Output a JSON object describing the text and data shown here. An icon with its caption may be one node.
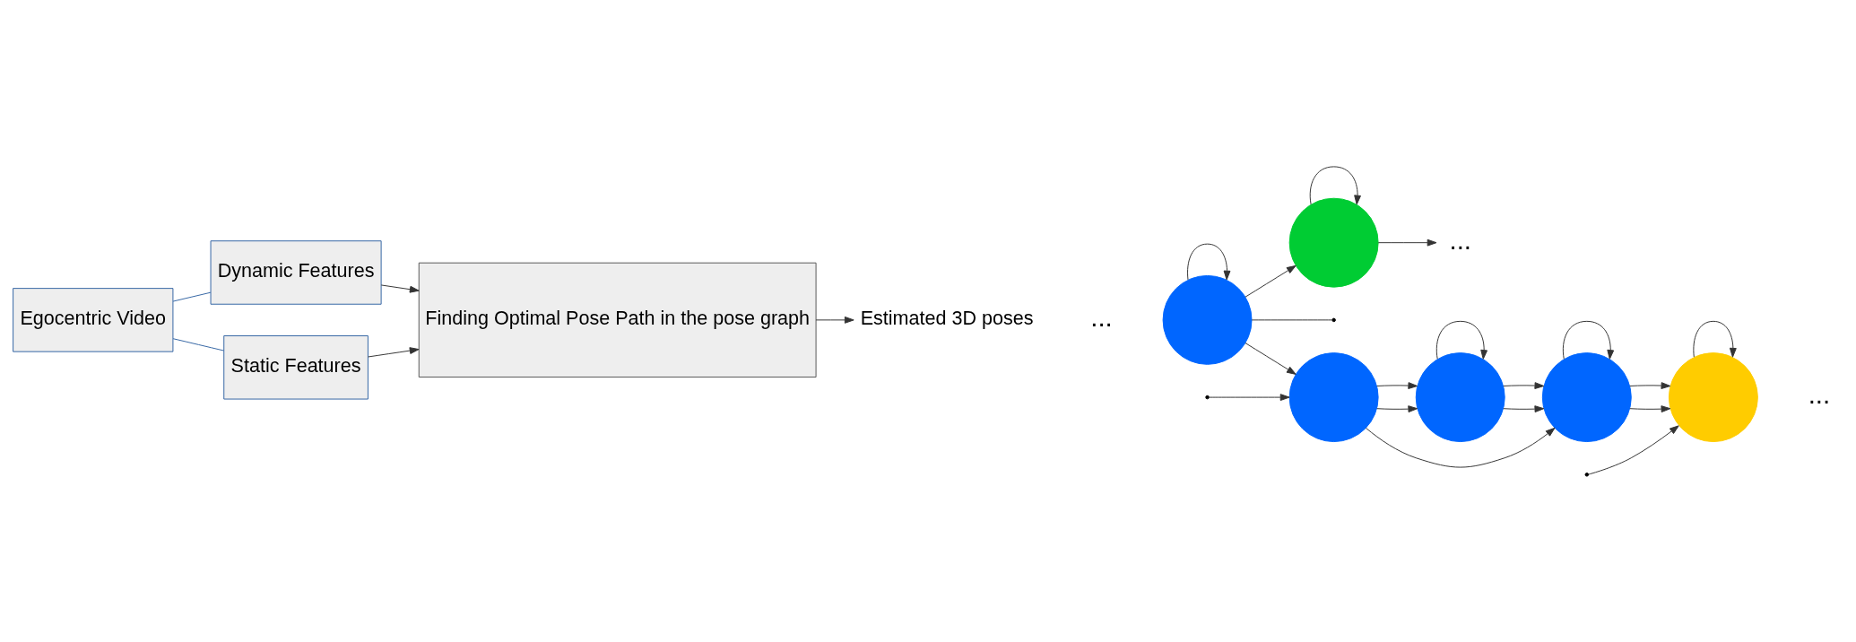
{
  "diagram": {
    "nodes": [
      {
        "text": [
          "Egocentric Video"
        ]
      },
      {
        "text": [
          "Dynamic Features"
        ]
      },
      {
        "text": [
          "Static Features"
        ]
      },
      {
        "text": [
          "Finding Optimal Pose Path in the pose graph"
        ]
      },
      {
        "text": [
          "Estimated 3D poses"
        ]
      },
      {
        "text": [],
        "shape": "circle"
      },
      {
        "text": [],
        "shape": "circle"
      },
      {
        "text": [
          "..."
        ]
      },
      {
        "text": [],
        "shape": "circle"
      },
      {
        "text": [],
        "shape": "circle"
      },
      {
        "text": [],
        "shape": "circle"
      },
      {
        "text": [],
        "shape": "circle"
      }
    ],
    "edges": [
      {
        "from": 0,
        "to": 1,
        "arrow": "none",
        "color": "#3465a4"
      },
      {
        "from": 0,
        "to": 2,
        "arrow": "none",
        "color": "#3465a4"
      },
      {
        "from": 1,
        "to": 3,
        "arrow": "to"
      },
      {
        "from": 2,
        "to": 3,
        "arrow": "to"
      },
      {
        "from": 3,
        "to": 4,
        "arrow": "to"
      },
      {
        "from": 5,
        "to": 5,
        "arrow": "to"
      },
      {
        "from": 5,
        "to": 6,
        "arrow": "to"
      },
      {
        "from": 5,
        "to": 8,
        "arrow": "to"
      },
      {
        "from": 6,
        "to": 6,
        "arrow": "to"
      },
      {
        "from": 6,
        "to": 7,
        "arrow": "to"
      },
      {
        "from": 8,
        "to": 9,
        "arrow": "to"
      },
      {
        "from": 9,
        "to": 10,
        "arrow": "to"
      },
      {
        "from": 10,
        "to": 11,
        "arrow": "to"
      },
      {
        "from": 8,
        "to": 10,
        "arrow": "to"
      },
      {
        "from": 9,
        "to": 9,
        "arrow": "to"
      },
      {
        "from": 10,
        "to": 10,
        "arrow": "to"
      },
      {
        "from": 11,
        "to": 11,
        "arrow": "to"
      },
      {
        "from": 5,
        "to": null,
        "arrow": "none"
      },
      {
        "from": null,
        "to": 8,
        "arrow": "to"
      },
      {
        "from": 8,
        "to": 9,
        "arrow": "to"
      },
      {
        "from": 9,
        "to": 10,
        "arrow": "to"
      },
      {
        "from": 10,
        "to": 11,
        "arrow": "to"
      },
      {
        "from": null,
        "to": 11,
        "arrow": "to"
      }
    ],
    "labels": [
      "...",
      "..."
    ]
  }
}
